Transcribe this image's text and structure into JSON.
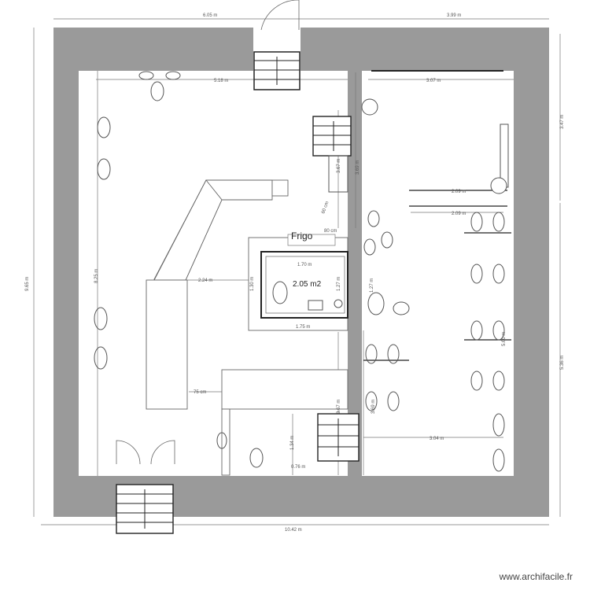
{
  "plan": {
    "room_label": "Frigo",
    "area_label": "2.05 m2",
    "dimensions": {
      "top_left": "6.05 m",
      "top_right": "3.99 m",
      "bottom_total": "10.42 m",
      "left_total": "9.65 m",
      "right_upper": "3.47 m",
      "right_lower": "5.36 m",
      "inner_left_top": "5.18 m",
      "inner_right_top": "3.07 m",
      "inner_left_height": "8.25 m",
      "stair_height": "3.67 m",
      "right_room_height": "3.69 m",
      "counter_gap": "2.24 m",
      "kitchen_top": "1.70 m",
      "kitchen_bottom": "1.75 m",
      "kitchen_side": "1.30 m",
      "kitchen_right": "1.27 m",
      "frigo_width": "80 cm",
      "frigo_diag": "60 cm",
      "bar_gap": "75 cm",
      "shelf_1": "2.09 m",
      "shelf_2": "2.09 m",
      "right_mid": "5.60 m",
      "right_bottom": "3.04 m",
      "corridor": "3.67 m",
      "corridor_2": "3.69 m",
      "small_h": "1.34 m",
      "small_w": "0.76 m",
      "right_small": "1.27 m"
    }
  },
  "watermark": "www.archifacile.fr"
}
